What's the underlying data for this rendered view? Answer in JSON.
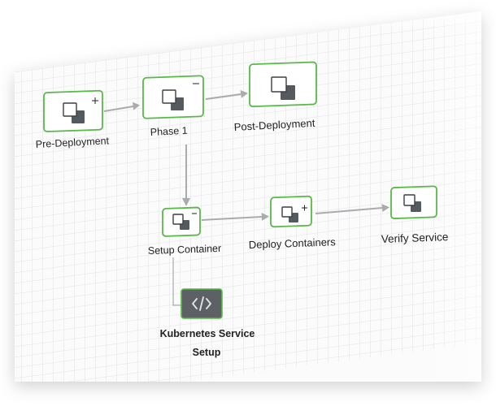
{
  "colors": {
    "node_border": "#58b947",
    "edge": "#a9abad",
    "grid_line": "#d9dcdf",
    "script_node_fill": "#5d6165",
    "icon_dark": "#555a5e"
  },
  "nodes": {
    "pre_deployment": {
      "label": "Pre-Deployment",
      "sign": "+",
      "icon": "stacked-squares-icon"
    },
    "phase_1": {
      "label": "Phase 1",
      "sign": "−",
      "icon": "stacked-squares-icon"
    },
    "post_deployment": {
      "label": "Post-Deployment",
      "icon": "stacked-squares-icon"
    },
    "setup_container": {
      "label": "Setup Container",
      "sign": "−",
      "icon": "stacked-squares-icon"
    },
    "deploy_containers": {
      "label": "Deploy Containers",
      "sign": "+",
      "icon": "stacked-squares-icon"
    },
    "verify_service": {
      "label": "Verify Service",
      "icon": "stacked-squares-icon"
    },
    "kubernetes_service_setup": {
      "label_line1": "Kubernetes Service",
      "label_line2": "Setup",
      "icon": "code-brackets-icon"
    }
  }
}
